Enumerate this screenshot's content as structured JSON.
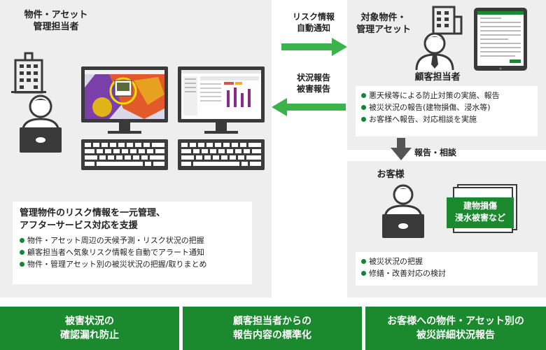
{
  "left": {
    "title_lines": [
      "物件・アセット",
      "管理担当者"
    ],
    "summary_heading_lines": [
      "管理物件のリスク情報を一元管理、",
      "アフターサービス対応を支援"
    ],
    "bullets": [
      "物件・アセット周辺の天候予測・リスク状況の把握",
      "顧客担当者へ気象リスク情報を自動でアラート通知",
      "物件・管理アセット別の被災状況の把握/取りまとめ"
    ]
  },
  "arrows": {
    "top_label_lines": [
      "リスク情報",
      "自動通知"
    ],
    "bottom_label_lines": [
      "状況報告",
      "被害報告"
    ],
    "down_label": "報告・相談"
  },
  "right_top": {
    "title_lines": [
      "対象物件・",
      "管理アセット"
    ],
    "person_label": "顧客担当者",
    "bullets": [
      "悪天候等による防止対策の実施、報告",
      "被災状況の報告(建物損傷、浸水等)",
      "お客様へ報告、対応相談を実施"
    ]
  },
  "right_bottom": {
    "title": "お客様",
    "doc_lines": [
      "建物損傷",
      "浸水被害など"
    ],
    "bullets": [
      "被災状況の把握",
      "修繕・改善対応の検討"
    ]
  },
  "footer": [
    {
      "lines": [
        "被害状況の",
        "確認漏れ防止"
      ]
    },
    {
      "lines": [
        "顧客担当者からの",
        "報告内容の標準化"
      ]
    },
    {
      "lines": [
        "お客様への物件・アセット別の",
        "被災詳細状況報告"
      ]
    }
  ],
  "colors": {
    "accent": "#1b8a2e",
    "arrow": "#3bb34a",
    "panel": "#eeeeee",
    "icon_dark": "#3a3a3a"
  }
}
